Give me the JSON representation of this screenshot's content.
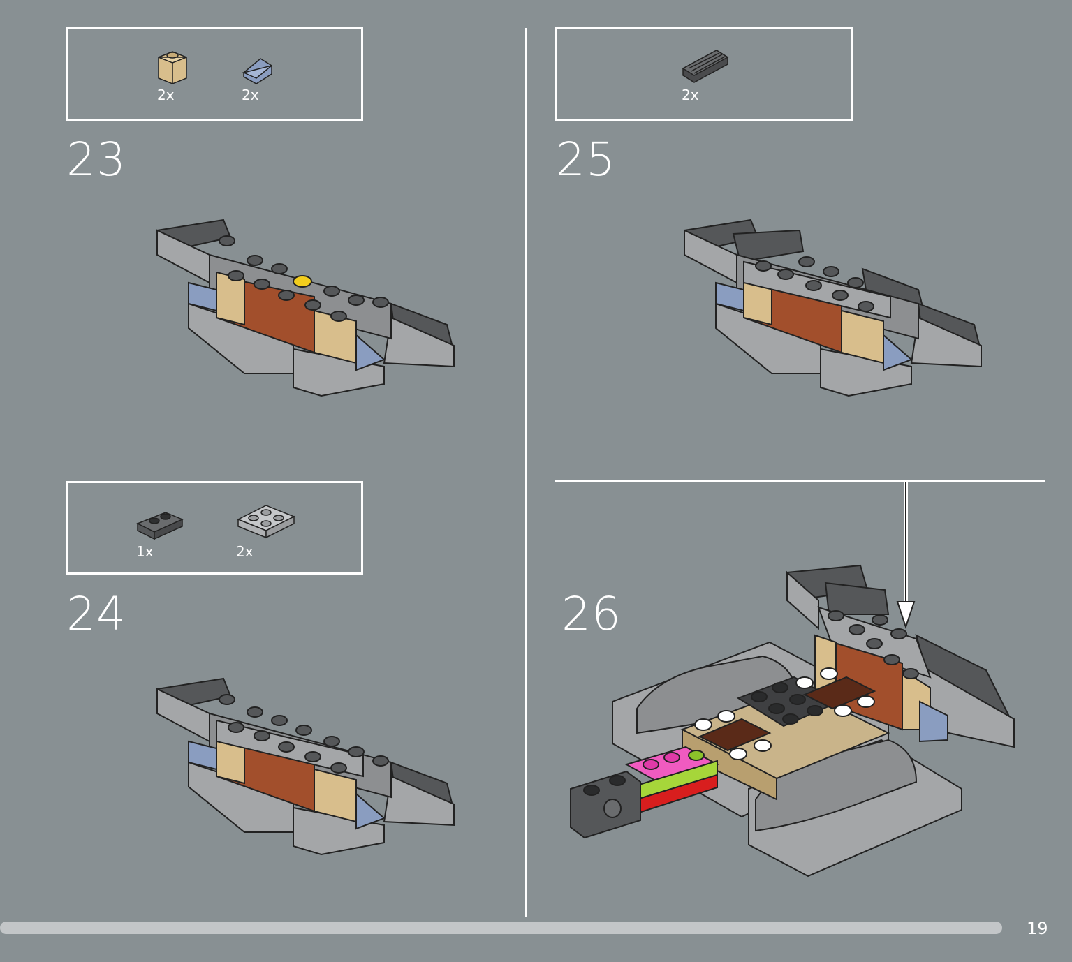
{
  "page": {
    "number": "19"
  },
  "steps": [
    {
      "number": "23",
      "parts": [
        {
          "name": "tan-brick-1x1",
          "qty": "2x"
        },
        {
          "name": "blue-slope-1x1",
          "qty": "2x"
        }
      ]
    },
    {
      "number": "24",
      "parts": [
        {
          "name": "dark-plate-1x2",
          "qty": "1x"
        },
        {
          "name": "grey-plate-2x2",
          "qty": "2x"
        }
      ]
    },
    {
      "number": "25",
      "parts": [
        {
          "name": "dark-grille-slope",
          "qty": "2x"
        }
      ]
    },
    {
      "number": "26",
      "parts": []
    }
  ],
  "colors": {
    "background": "#889093",
    "line": "#ffffff",
    "progress": "#c3c6c8",
    "tan": "#d8be8c",
    "reddish_brown": "#a24f2c",
    "sand_blue": "#8a9dc0",
    "dark_grey": "#555759",
    "light_grey": "#a4a6a8",
    "yellow": "#f2cd1e",
    "pink": "#f05bc0",
    "lime": "#a6d63a",
    "red": "#d81e1e"
  }
}
